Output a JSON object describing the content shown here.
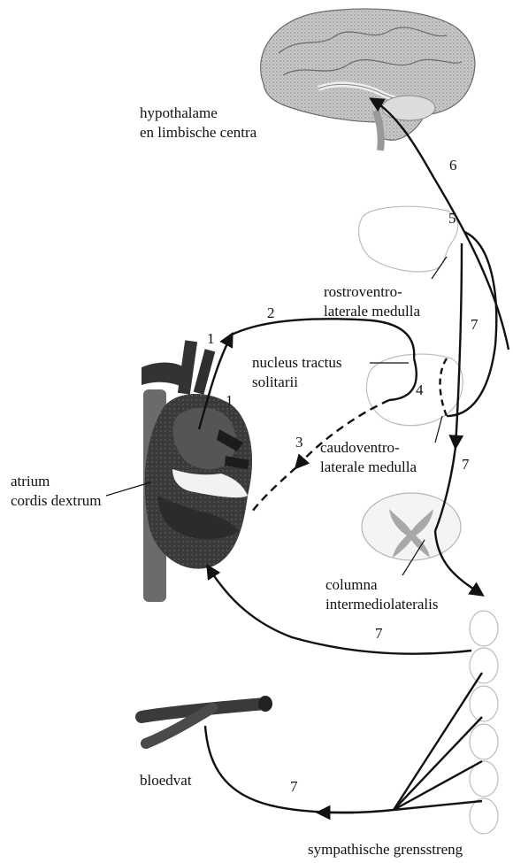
{
  "labels": {
    "hypothalamus_line1": "hypothalame",
    "hypothalamus_line2": "en limbische centra",
    "rvlm_line1": "rostroventro-",
    "rvlm_line2": "laterale medulla",
    "nts_line1": "nucleus tractus",
    "nts_line2": "solitarii",
    "cvlm_line1": "caudoventro-",
    "cvlm_line2": "laterale medulla",
    "atrium_line1": "atrium",
    "atrium_line2": "cordis dextrum",
    "column_line1": "columna",
    "column_line2": "intermediolateralis",
    "vessel": "bloedvat",
    "chain": "sympathische grensstreng"
  },
  "pathway_numbers": {
    "n1a": "1",
    "n1b": "1",
    "n2": "2",
    "n3": "3",
    "n4": "4",
    "n5": "5",
    "n6": "6",
    "n7a": "7",
    "n7b": "7",
    "n7c": "7",
    "n7d": "7"
  },
  "colors": {
    "pathway": "#111111",
    "brain": "#8a8a8a",
    "heart": "#4a4a4a",
    "heart_dark": "#2b2b2b",
    "tissue_outline": "#b5b5b5"
  }
}
